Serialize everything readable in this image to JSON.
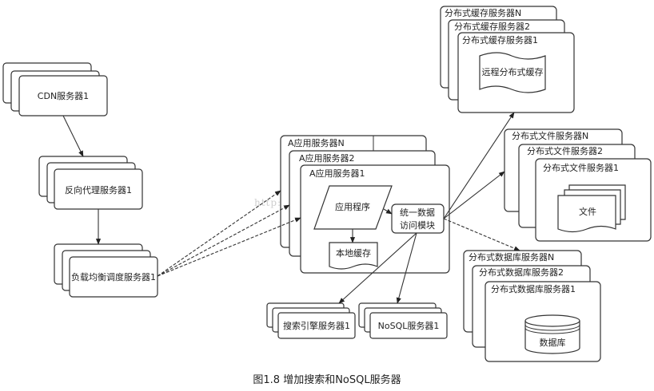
{
  "figure": {
    "caption": "图1.8 增加搜索和NoSQL服务器",
    "watermark": "http://blog.csdn.net/dangle"
  },
  "nodes": {
    "cdn": {
      "stack": [
        "",
        "",
        "CDN服务器1"
      ]
    },
    "proxy": {
      "stack": [
        "",
        "",
        "反向代理服务器1"
      ]
    },
    "lb": {
      "stack": [
        "",
        "",
        "负载均衡调度服务器1"
      ]
    },
    "app": {
      "stack": [
        "A应用服务器N",
        "A应用服务器2",
        "A应用服务器1"
      ],
      "program": "应用程序",
      "local_cache": "本地缓存",
      "data_access": [
        "统一数据",
        "访问模块"
      ]
    },
    "cache": {
      "stack": [
        "分布式缓存服务器N",
        "分布式缓存服务器2",
        "分布式缓存服务器1"
      ],
      "content": "远程分布式缓存"
    },
    "file": {
      "stack": [
        "分布式文件服务器N",
        "分布式文件服务器2",
        "分布式文件服务器1"
      ],
      "content": "文件"
    },
    "db": {
      "stack": [
        "分布式数据库服务器N",
        "分布式数据库服务器2",
        "分布式数据库服务器1"
      ],
      "content": "数据库"
    },
    "search": {
      "stack": [
        "",
        "",
        "搜索引擎服务器1"
      ]
    },
    "nosql": {
      "stack": [
        "",
        "",
        "NoSQL服务器1"
      ]
    }
  },
  "edges": [
    {
      "from": "cdn",
      "to": "proxy"
    },
    {
      "from": "proxy",
      "to": "lb"
    },
    {
      "from": "lb",
      "to": "app-N"
    },
    {
      "from": "lb",
      "to": "app-2"
    },
    {
      "from": "lb",
      "to": "app-1"
    },
    {
      "from": "program",
      "to": "local_cache"
    },
    {
      "from": "program",
      "to": "data_access"
    },
    {
      "from": "data_access",
      "to": "cache"
    },
    {
      "from": "data_access",
      "to": "file"
    },
    {
      "from": "data_access",
      "to": "db"
    },
    {
      "from": "data_access",
      "to": "search"
    },
    {
      "from": "data_access",
      "to": "nosql"
    }
  ]
}
